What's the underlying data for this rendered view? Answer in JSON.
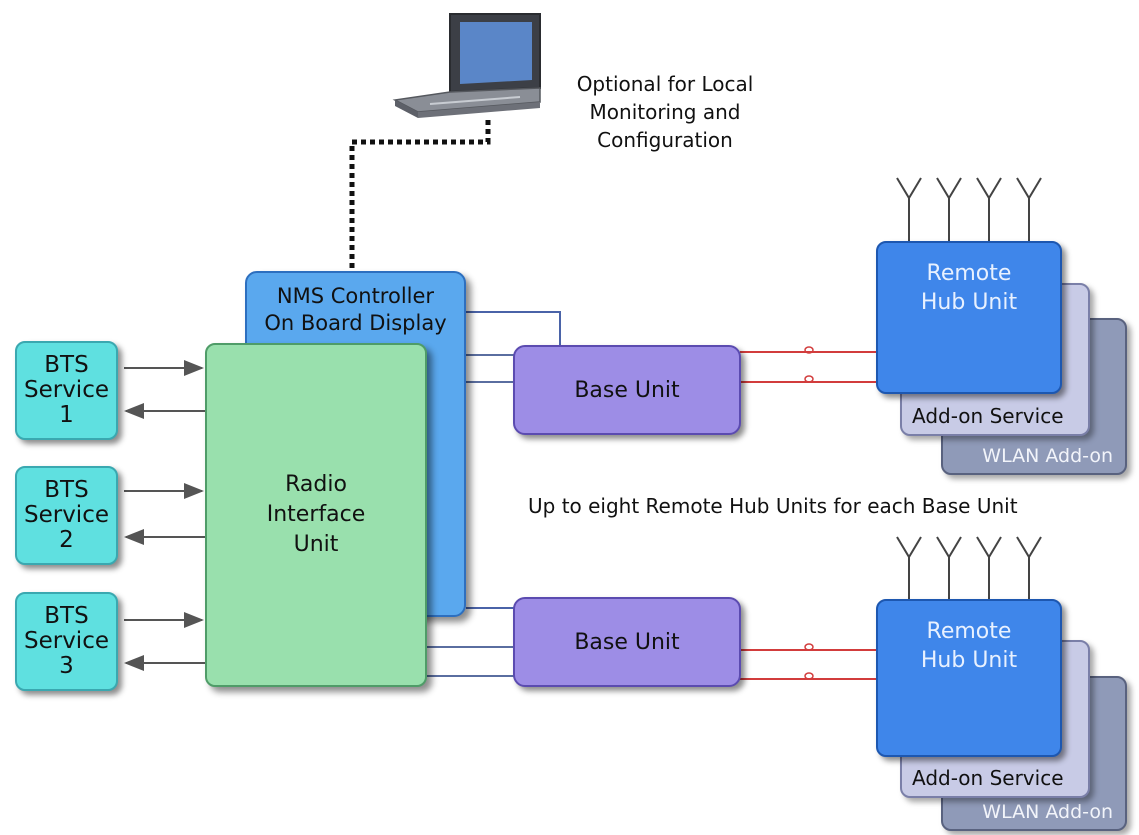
{
  "laptop_note": "Optional for Local\nMonitoring and\nConfiguration",
  "nms_controller": "NMS Controller\nOn Board Display",
  "radio_interface_unit": "Radio\nInterface\nUnit",
  "bts_services": [
    "BTS\nService\n1",
    "BTS\nService\n2",
    "BTS\nService\n3"
  ],
  "base_units": [
    "Base Unit",
    "Base Unit"
  ],
  "remote_hub_units": [
    {
      "hub": "Remote\nHub Unit",
      "addon": "Add-on Service",
      "wlan": "WLAN Add-on"
    },
    {
      "hub": "Remote\nHub Unit",
      "addon": "Add-on Service",
      "wlan": "WLAN Add-on"
    }
  ],
  "caption": "Up to eight Remote Hub Units for each Base Unit",
  "colors": {
    "bts": "#5fe0e0",
    "nms": "#5aa8ee",
    "radio_interface": "#99e0ad",
    "base_unit": "#9d8de6",
    "remote_hub": "#3f86ea",
    "addon": "#c8cbe6",
    "wlan": "#8f9ab8",
    "fiber_link": "#d23c3c",
    "link_line": "#5a6ea0"
  }
}
